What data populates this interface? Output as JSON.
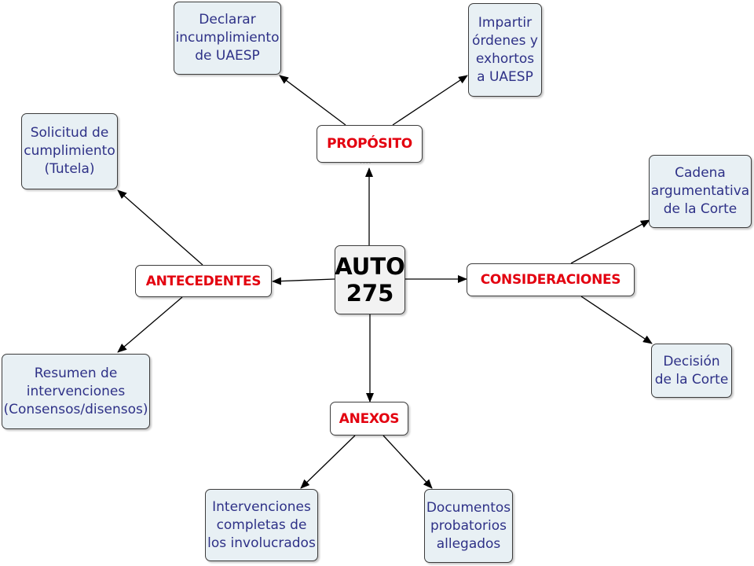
{
  "center": {
    "label": "AUTO\n275"
  },
  "categories": {
    "proposito": "PROPÓSITO",
    "antecedentes": "ANTECEDENTES",
    "consideraciones": "CONSIDERACIONES",
    "anexos": "ANEXOS"
  },
  "leaves": {
    "declarar": "Declarar\nincumplimiento\nde UAESP",
    "impartir": "Impartir\nórdenes y\nexhortos\na UAESP",
    "solicitud": "Solicitud de\ncumplimiento\n(Tutela)",
    "resumen": "Resumen de\nintervenciones\n(Consensos/disensos)",
    "cadena": "Cadena\nargumentativa\nde la Corte",
    "decision": "Decisión\nde la Corte",
    "intervenciones": "Intervenciones\ncompletas de\nlos involucrados",
    "documentos": "Documentos\nprobatorios\nallegados"
  },
  "colors": {
    "category_text": "#e3000f",
    "leaf_text": "#2e3187",
    "leaf_fill": "#e8f0f4",
    "center_fill": "#f2f2f2",
    "border": "#3c3c3c",
    "connector": "#000000"
  }
}
